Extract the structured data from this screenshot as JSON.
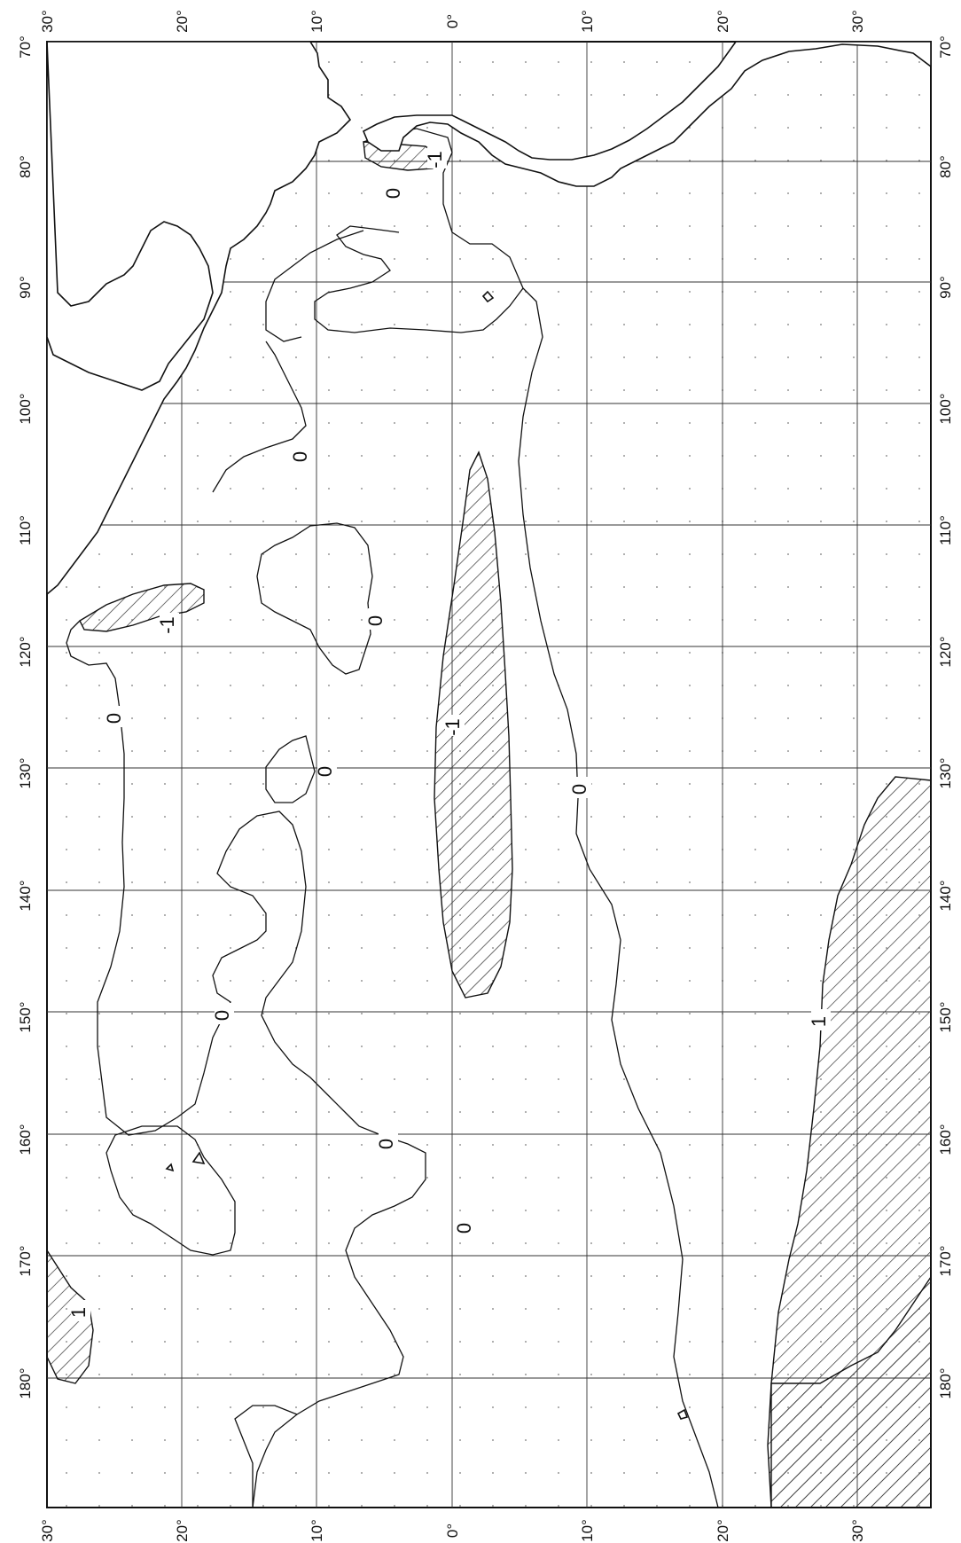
{
  "map": {
    "lat_labels": [
      "30°",
      "20°",
      "10°",
      "0°",
      "10°",
      "20°",
      "30°"
    ],
    "lon_labels": [
      "70°",
      "80°",
      "90°",
      "100°",
      "110°",
      "120°",
      "130°",
      "140°",
      "150°",
      "160°",
      "170°",
      "180°"
    ],
    "contour_labels": [
      {
        "name": "contour-label-0",
        "text": "0"
      },
      {
        "name": "contour-label-0",
        "text": "0"
      },
      {
        "name": "contour-label-0",
        "text": "0"
      },
      {
        "name": "contour-label-0",
        "text": "0"
      },
      {
        "name": "contour-label-0",
        "text": "0"
      },
      {
        "name": "contour-label-0",
        "text": "0"
      },
      {
        "name": "contour-label-0",
        "text": "0"
      },
      {
        "name": "contour-label-0",
        "text": "0"
      },
      {
        "name": "contour-label-0",
        "text": "0"
      },
      {
        "name": "contour-label-minus1",
        "text": "-1"
      },
      {
        "name": "contour-label-minus1",
        "text": "-1"
      },
      {
        "name": "contour-label-minus1",
        "text": "-1"
      },
      {
        "name": "contour-label-1",
        "text": "1"
      },
      {
        "name": "contour-label-1",
        "text": "1"
      }
    ],
    "colors": {
      "line": "#111111",
      "hatch": "#333333",
      "background": "#ffffff"
    }
  }
}
